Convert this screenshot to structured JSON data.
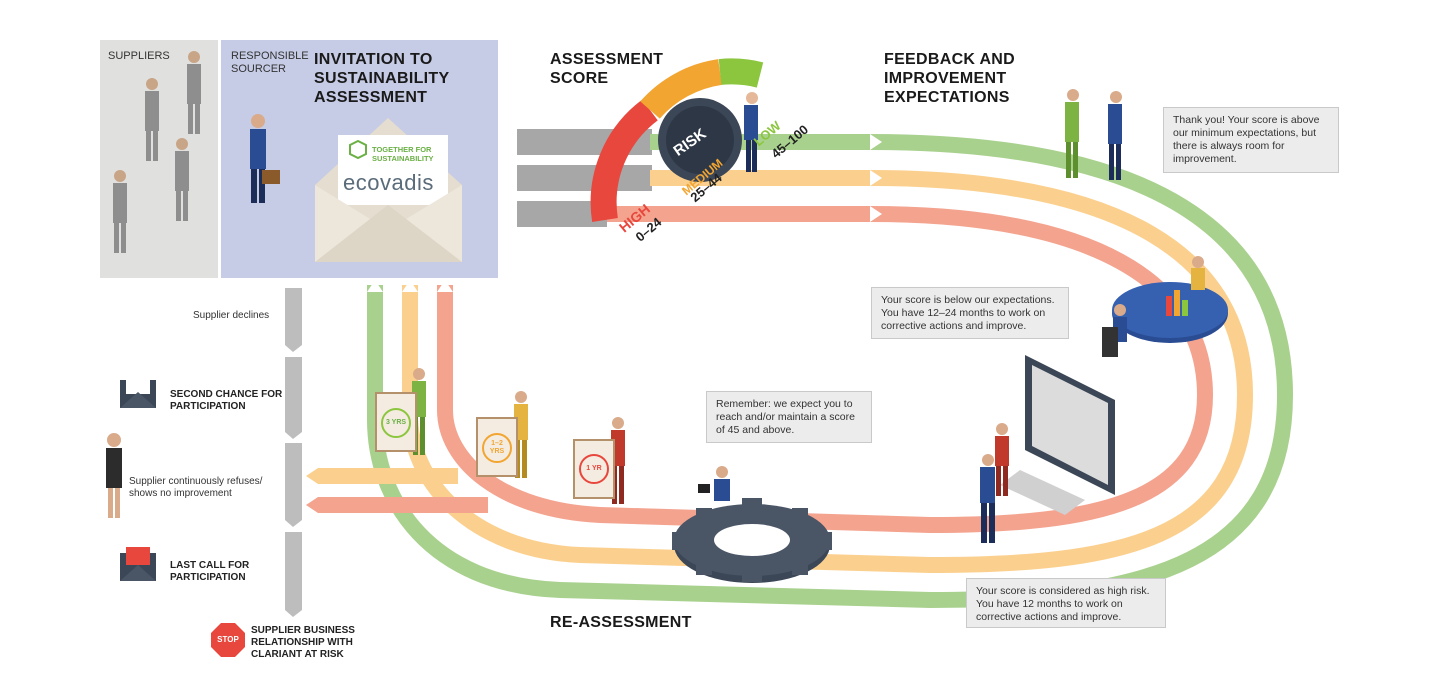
{
  "panels": {
    "suppliers_label": "SUPPLIERS",
    "sourcer_label": "RESPONSIBLE SOURCER",
    "invitation_title": "INVITATION TO SUSTAINABILITY ASSESSMENT"
  },
  "envelope": {
    "tagline": "TOGETHER FOR SUSTAINABILITY",
    "brand": "ecovadis"
  },
  "headings": {
    "assessment_score": "ASSESSMENT SCORE",
    "feedback": "FEEDBACK AND IMPROVEMENT EXPECTATIONS",
    "reassessment": "RE-ASSESSMENT"
  },
  "gauge": {
    "center_label": "RISK",
    "levels": [
      {
        "name": "HIGH",
        "range": "0–24",
        "color": "#e8473e"
      },
      {
        "name": "MEDIUM",
        "range": "25–44",
        "color": "#f2a531"
      },
      {
        "name": "LOW",
        "range": "45–100",
        "color": "#8cc63f"
      }
    ]
  },
  "bubbles": {
    "low": "Thank you! Your score is above our minimum expectations, but there is always room for improvement.",
    "medium": "Your score is below our expectations. You have 12–24 months to work on corrective actions and improve.",
    "reassess": "Remember: we expect you to reach and/or maintain a score of 45 and above.",
    "high": "Your score is considered as high risk. You have 12 months to work on corrective actions and improve."
  },
  "signs": {
    "green": "3 YRS",
    "orange": "1–2 YRS",
    "red": "1 YR"
  },
  "escalation": {
    "declines": "Supplier declines",
    "second_chance": "SECOND CHANCE FOR PARTICIPATION",
    "refuses": "Supplier continuously refuses/ shows no improvement",
    "last_call": "LAST CALL FOR PARTICIPATION",
    "stop_sign": "STOP",
    "at_risk": "SUPPLIER BUSINESS RELATIONSHIP WITH CLARIANT AT RISK"
  },
  "colors": {
    "green": "#a9d18e",
    "orange": "#fbd08e",
    "red": "#f4a38f",
    "panel_blue": "#c6cbe6",
    "panel_grey": "#e0e0df",
    "gear": "#3b4656"
  }
}
